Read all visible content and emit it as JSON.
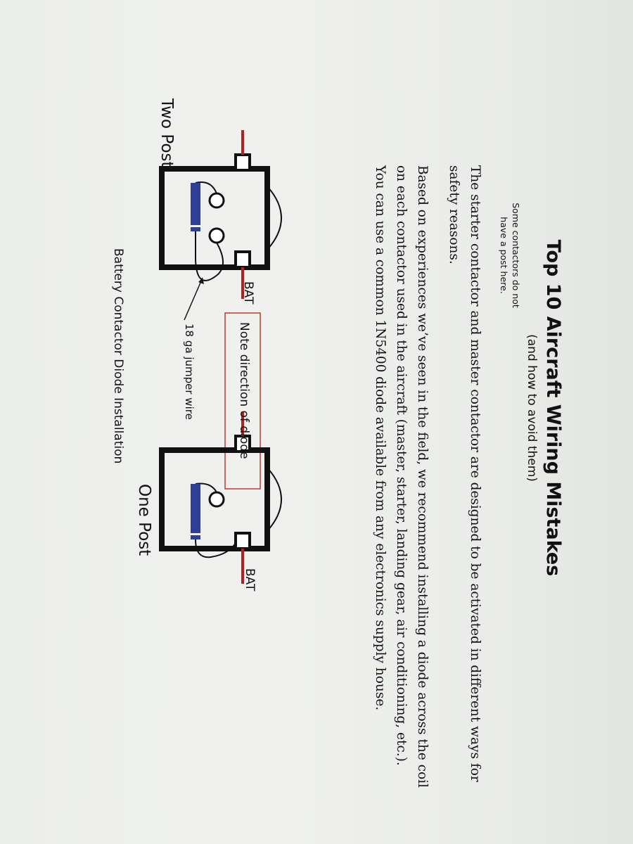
{
  "document": {
    "title": "Top 10 Aircraft Wiring Mistakes",
    "subtitle": "(and how to avoid them)",
    "paragraphs": [
      "The starter contactor and master contactor are designed to be activated in different ways for safety reasons.",
      "Based on experiences we’ve seen in the field, we recommend installing a diode across the coil on each contactor used in the aircraft (master, starter, landing gear, air conditioning, etc.). You can use a common 1N5400 diode available from any electronics supply house."
    ]
  },
  "diagram": {
    "one_post": {
      "terminal_label": "BAT",
      "name": "One Post"
    },
    "two_post": {
      "terminal_label": "BAT",
      "name": "Two Post"
    },
    "side_note": "Some contactors do not have a post here.",
    "note_box": "Note direction of diode",
    "jumper_label": "18 ga jumper wire",
    "caption": "Battery Contactor Diode Installation",
    "colors": {
      "wire": "#b3221e",
      "diode": "#2f3f93",
      "outline": "#111111",
      "note_border": "#c0392b"
    }
  }
}
